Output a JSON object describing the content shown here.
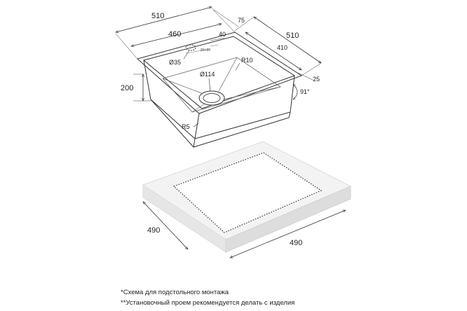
{
  "sink": {
    "outer_width_top": "510",
    "outer_width_side": "510",
    "inner_width": "460",
    "inner_depth": "410",
    "offset_back": "75",
    "offset_tap": "40",
    "flange": "25",
    "bowl_height": "200",
    "tap_hole_diameter": "Ø35",
    "drain_diameter": "Ø114",
    "corner_radius_top": "R10",
    "corner_radius_bottom": "R5",
    "wall_angle": "91°",
    "tap_zone_label": "80×80"
  },
  "cutout": {
    "width": "490",
    "depth": "490"
  },
  "notes": {
    "line1": "*Схема для подстольного монтажа",
    "line2": "**Установочный проем рекомендуется делать с изделия"
  }
}
